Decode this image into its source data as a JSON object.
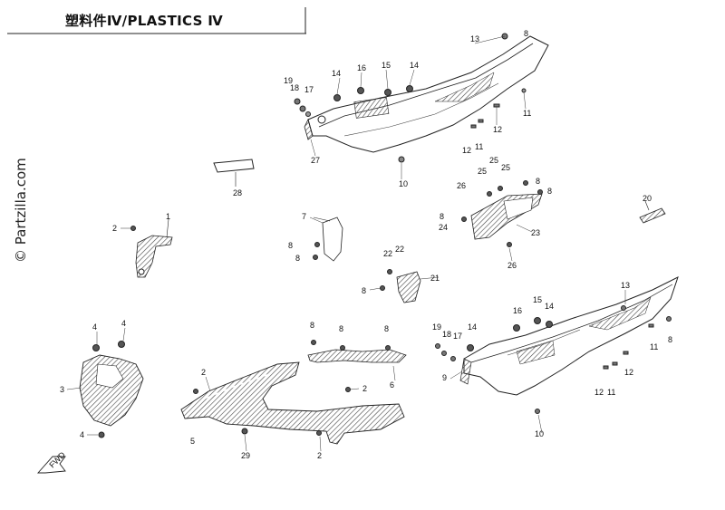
{
  "title": "塑料件Ⅳ/PLASTICS Ⅳ",
  "watermark": "© Partzilla.com",
  "fwd_label": "FWD",
  "callouts": {
    "c13a": "13",
    "c8a": "8",
    "c19a": "19",
    "c18a": "18",
    "c17a": "17",
    "c14a": "14",
    "c16a": "16",
    "c15a": "15",
    "c14b": "14",
    "c11a": "11",
    "c12a": "12",
    "c12b": "12",
    "c11b": "11",
    "c27": "27",
    "c10a": "10",
    "c28": "28",
    "c25a": "25",
    "c25b": "25",
    "c25c": "25",
    "c26a": "26",
    "c8b": "8",
    "c8c": "8",
    "c8d": "8",
    "c24": "24",
    "c23": "23",
    "c26b": "26",
    "c20": "20",
    "c2a": "2",
    "c1": "1",
    "c7": "7",
    "c8e": "8",
    "c8f": "8",
    "c22a": "22",
    "c22b": "22",
    "c21": "21",
    "c8g": "8",
    "c13b": "13",
    "c15b": "15",
    "c16b": "16",
    "c14c": "14",
    "c19b": "19",
    "c18b": "18",
    "c17b": "17",
    "c14d": "14",
    "c8h": "8",
    "c11c": "11",
    "c12c": "12",
    "c9": "9",
    "c12d": "12",
    "c11d": "11",
    "c10b": "10",
    "c4a": "4",
    "c4b": "4",
    "c3": "3",
    "c4c": "4",
    "c8i": "8",
    "c8j": "8",
    "c8k": "8",
    "c6": "6",
    "c2b": "2",
    "c2c": "2",
    "c5": "5",
    "c29": "29",
    "c2d": "2"
  }
}
